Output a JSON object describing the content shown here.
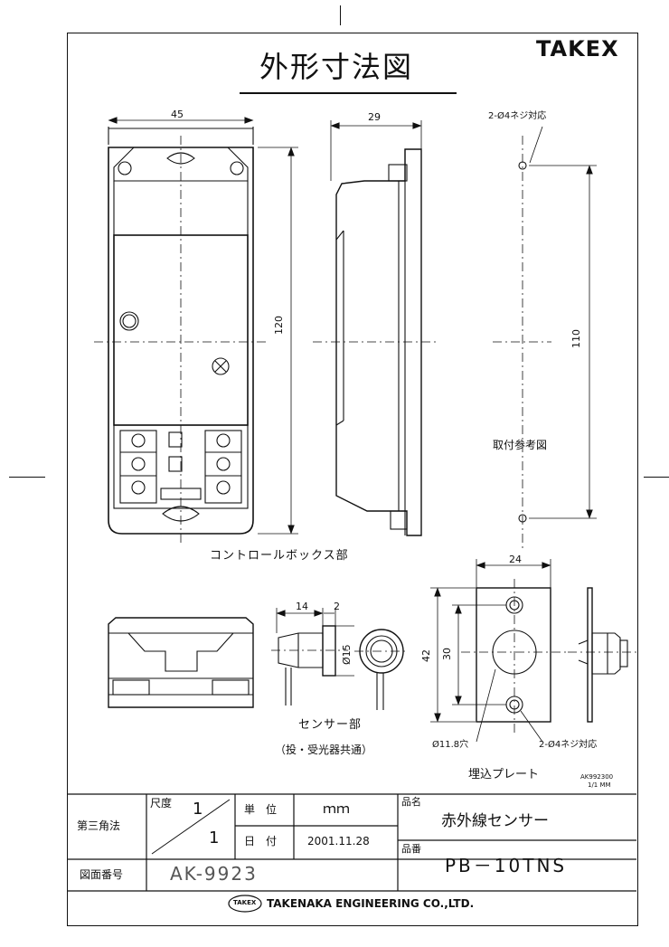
{
  "title": "外形寸法図",
  "brand": "TAKEX",
  "dims": {
    "box_width": "45",
    "box_depth": "29",
    "box_height": "120",
    "mount_holes": "2-Ø4ネジ対応",
    "mount_pitch": "110",
    "sensor_len": "14",
    "sensor_flange": "2",
    "sensor_dia": "Ø15",
    "plate_width": "24",
    "plate_height": "42",
    "plate_pitch": "30",
    "plate_hole": "Ø11.8穴",
    "plate_screws": "2-Ø4ネジ対応"
  },
  "labels": {
    "mount_ref": "取付参考図",
    "control_box": "コントロールボックス部",
    "sensor_part": "センサー部",
    "sensor_note": "（投・受光器共通）",
    "plate": "埋込プレート",
    "ref_code": "AK992300",
    "ref_scale": "1/1 MM"
  },
  "title_block": {
    "projection": "第三角法",
    "scale_label": "尺度",
    "scale_num": "1",
    "scale_den": "1",
    "unit_label": "単　位",
    "unit_value": "ｍｍ",
    "date_label": "日　付",
    "date_value": "2001.11.28",
    "name_label": "品名",
    "name_value": "赤外線センサー",
    "part_label": "品番",
    "part_value": "PB－10TNS",
    "drawing_no_label": "図面番号",
    "drawing_no_value": "AK-9923",
    "company_logo": "TAKEX",
    "company": "TAKENAKA ENGINEERING CO.,LTD."
  }
}
